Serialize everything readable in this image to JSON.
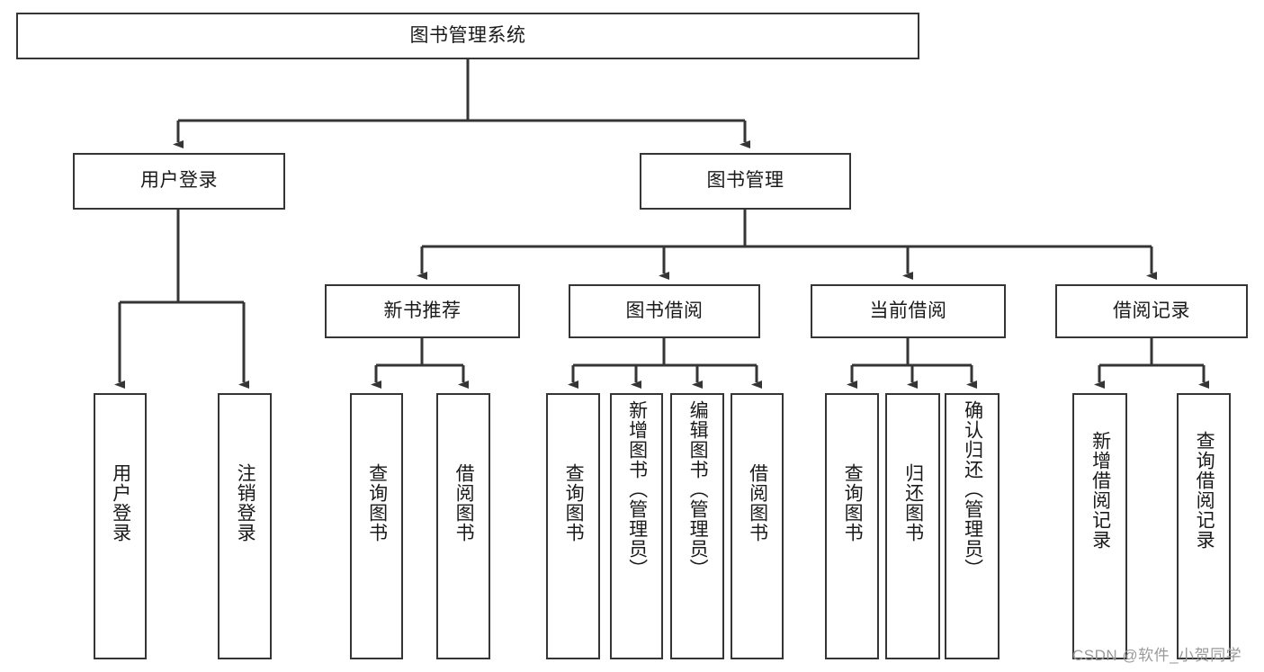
{
  "diagram": {
    "type": "tree-hierarchy",
    "title": "图书管理系统",
    "root": {
      "id": "root",
      "label": "图书管理系统"
    },
    "level2": [
      {
        "id": "user-login",
        "label": "用户登录"
      },
      {
        "id": "book-manage",
        "label": "图书管理"
      }
    ],
    "level3": [
      {
        "id": "new-book-recommend",
        "label": "新书推荐",
        "parent": "book-manage"
      },
      {
        "id": "book-borrow",
        "label": "图书借阅",
        "parent": "book-manage"
      },
      {
        "id": "current-borrow",
        "label": "当前借阅",
        "parent": "book-manage"
      },
      {
        "id": "borrow-record",
        "label": "借阅记录",
        "parent": "book-manage"
      }
    ],
    "leaves": [
      {
        "id": "leaf-user-login",
        "label": "用户登录",
        "parent": "user-login"
      },
      {
        "id": "leaf-logout",
        "label": "注销登录",
        "parent": "user-login"
      },
      {
        "id": "leaf-query-book-1",
        "label": "查询图书",
        "parent": "new-book-recommend"
      },
      {
        "id": "leaf-borrow-book-1",
        "label": "借阅图书",
        "parent": "new-book-recommend"
      },
      {
        "id": "leaf-query-book-2",
        "label": "查询图书",
        "parent": "book-borrow"
      },
      {
        "id": "leaf-add-book",
        "label": "新增图书（管理员）",
        "parent": "book-borrow"
      },
      {
        "id": "leaf-edit-book",
        "label": "编辑图书（管理员）",
        "parent": "book-borrow"
      },
      {
        "id": "leaf-borrow-book-2",
        "label": "借阅图书",
        "parent": "book-borrow"
      },
      {
        "id": "leaf-query-book-3",
        "label": "查询图书",
        "parent": "current-borrow"
      },
      {
        "id": "leaf-return-book",
        "label": "归还图书",
        "parent": "current-borrow"
      },
      {
        "id": "leaf-confirm-return",
        "label": "确认归还（管理员）",
        "parent": "current-borrow"
      },
      {
        "id": "leaf-add-record",
        "label": "新增借阅记录",
        "parent": "borrow-record"
      },
      {
        "id": "leaf-query-record",
        "label": "查询借阅记录",
        "parent": "borrow-record"
      }
    ],
    "watermark": "CSDN @软件_小贺同学",
    "colors": {
      "stroke": "#353535",
      "fill": "#ffffff",
      "text": "#1a1a1a",
      "watermark": "#9a9a9a"
    }
  }
}
